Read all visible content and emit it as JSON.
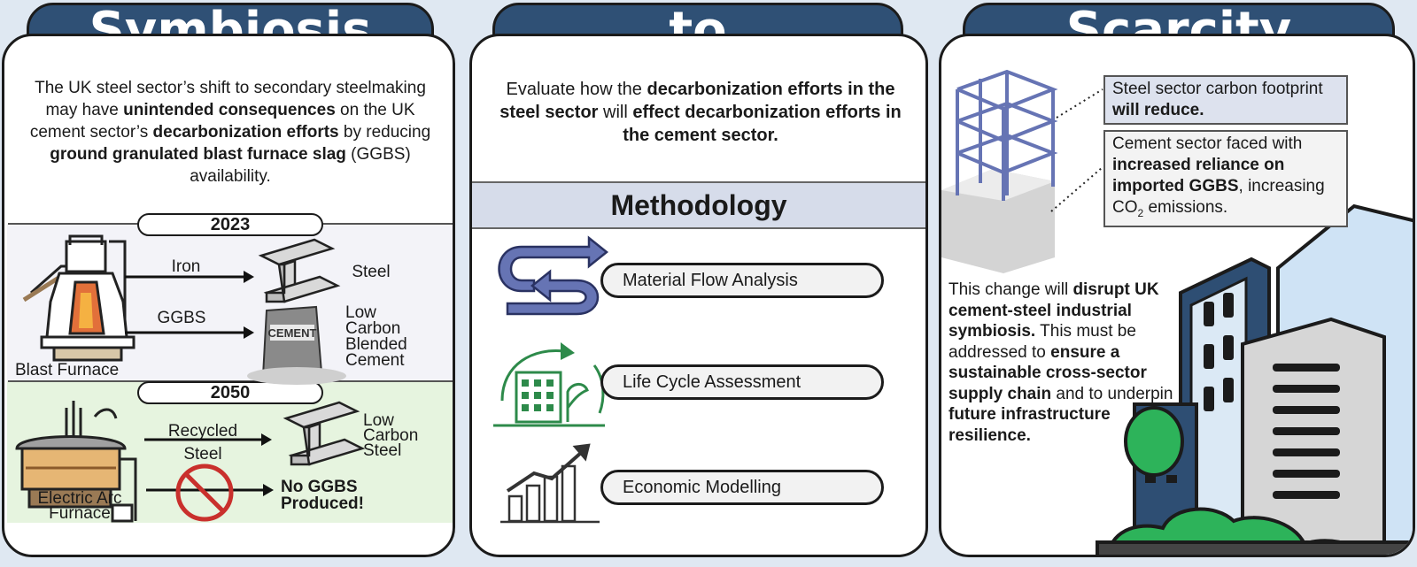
{
  "headers": {
    "left": "Symbiosis",
    "middle": "to",
    "right": "Scarcity"
  },
  "left": {
    "intro": [
      {
        "t": "The UK steel sector’s shift to secondary steelmaking may have ",
        "b": false
      },
      {
        "t": "unintended consequences",
        "b": true
      },
      {
        "t": " on the UK cement sector’s ",
        "b": false
      },
      {
        "t": "decarbonization efforts",
        "b": true
      },
      {
        "t": " by reducing ",
        "b": false
      },
      {
        "t": "ground granulated blast furnace slag",
        "b": true
      },
      {
        "t": " (GGBS) availability.",
        "b": false
      }
    ],
    "year_2023": "2023",
    "year_2050": "2050",
    "y2023": {
      "iron": "Iron",
      "steel": "Steel",
      "ggbs": "GGBS",
      "cement_bag": "CEMENT",
      "low_carbon_cement": [
        "Low",
        "Carbon",
        "Blended",
        "Cement"
      ],
      "blast_furnace": "Blast Furnace"
    },
    "y2050": {
      "recycled_steel": [
        "Recycled",
        "Steel"
      ],
      "low_carbon_steel": [
        "Low",
        "Carbon",
        "Steel"
      ],
      "no_ggbs": [
        "No GGBS",
        "Produced!"
      ],
      "eaf": [
        "Electric Arc",
        "Furnace"
      ]
    }
  },
  "middle": {
    "intro": [
      {
        "t": "Evaluate how the ",
        "b": false
      },
      {
        "t": "decarbonization efforts in the steel sector",
        "b": true
      },
      {
        "t": " will ",
        "b": false
      },
      {
        "t": "effect decarbonization efforts in the cement sector.",
        "b": true
      }
    ],
    "methodology": "Methodology",
    "methods": [
      "Material Flow Analysis",
      "Life Cycle Assessment",
      "Economic Modelling"
    ]
  },
  "right": {
    "box1": [
      {
        "t": "Steel sector carbon footprint ",
        "b": false
      },
      {
        "t": "will reduce.",
        "b": true
      }
    ],
    "box2": [
      {
        "t": "Cement sector faced with ",
        "b": false
      },
      {
        "t": "increased reliance on imported GGBS",
        "b": true
      },
      {
        "t": ", increasing CO",
        "b": false
      }
    ],
    "box2_sub": "2",
    "box2_end": " emissions.",
    "text": [
      {
        "t": "This change will ",
        "b": false
      },
      {
        "t": "disrupt UK cement-steel industrial symbiosis.",
        "b": true
      },
      {
        "t": " This must be addressed to ",
        "b": false
      },
      {
        "t": "ensure a sustainable cross-sector supply chain",
        "b": true
      },
      {
        "t": " and to underpin ",
        "b": false
      },
      {
        "t": "future infrastructure resilience.",
        "b": true
      }
    ]
  },
  "colors": {
    "header_bg": "#2f5075",
    "band_2023": "#f3f3f8",
    "band_2050": "#e6f4df",
    "method_bar": "#d6dcea",
    "arrow_blue": "#6674b4",
    "cycle_green": "#2d8a4a",
    "building_blue": "#2e4e73",
    "building_light": "#cfe3f5",
    "leaf_green": "#2db35a",
    "no_sign_red": "#c9302c"
  },
  "icons": [
    "blast-furnace-icon",
    "steel-beam-icon",
    "cement-bag-icon",
    "electric-arc-furnace-icon",
    "no-sign-icon",
    "flow-arrows-icon",
    "green-building-cycle-icon",
    "growth-chart-icon",
    "rebar-column-icon",
    "city-buildings-icon"
  ]
}
